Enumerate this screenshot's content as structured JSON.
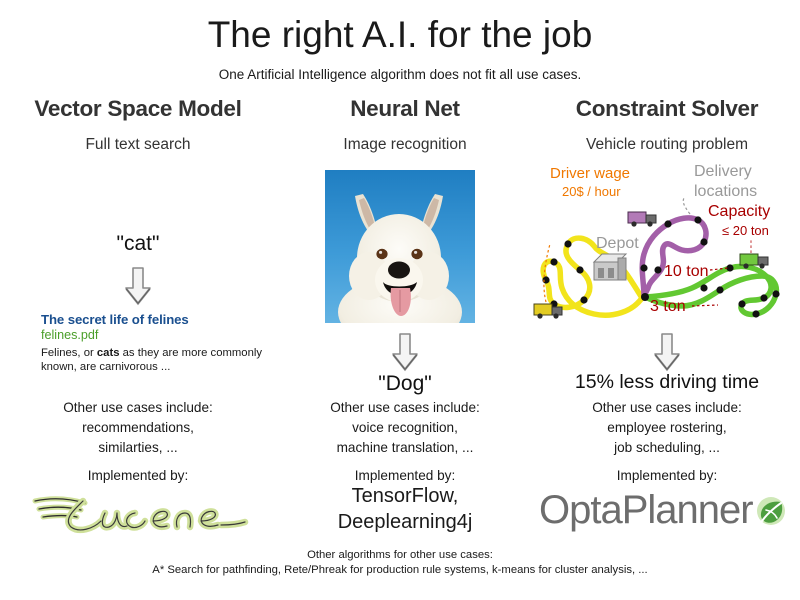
{
  "header": {
    "title": "The right A.I. for the job",
    "subtitle": "One Artificial Intelligence algorithm does not fit all use cases."
  },
  "columns": [
    {
      "id": "vector-space-model",
      "title": "Vector Space Model",
      "subtitle": "Full text search",
      "query": "\"cat\"",
      "result": {
        "title": "The secret life of felines",
        "url": "felines.pdf",
        "snippet_before": "Felines, or ",
        "snippet_bold": "cats",
        "snippet_after": " as they are more commonly known, are carnivorous ..."
      },
      "uses_label": "Other use cases include:",
      "uses_items": "recommendations,\nsimilarties, ...",
      "uses_line_1": "recommendations,",
      "uses_line_2": "similarties, ...",
      "implemented_label": "Implemented by:",
      "implemented_by": "Lucene"
    },
    {
      "id": "neural-net",
      "title": "Neural Net",
      "subtitle": "Image recognition",
      "image_alt": "white dog photo on blue sky",
      "output": "\"Dog\"",
      "uses_label": "Other use cases include:",
      "uses_line_1": "voice recognition,",
      "uses_line_2": "machine translation, ...",
      "implemented_label": "Implemented by:",
      "implemented_line_1": "TensorFlow,",
      "implemented_line_2": "Deeplearning4j"
    },
    {
      "id": "constraint-solver",
      "title": "Constraint Solver",
      "subtitle": "Vehicle routing problem",
      "output": "15% less driving time",
      "uses_label": "Other use cases include:",
      "uses_line_1": "employee rostering,",
      "uses_line_2": "job scheduling, ...",
      "implemented_label": "Implemented by:",
      "implemented_by": "OptaPlanner"
    }
  ],
  "vrp_diagram": {
    "driver_wage_label": "Driver wage",
    "driver_wage_value": "20$ / hour",
    "depot_label": "Depot",
    "delivery_label_line_1": "Delivery",
    "delivery_label_line_2": "locations",
    "capacity_label": "Capacity",
    "capacity_value": "≤ 20 ton",
    "load_label_1": "10 ton",
    "load_label_2": "3 ton",
    "colors": {
      "route_yellow": "#f2e41c",
      "route_purple": "#a35fa8",
      "route_green": "#62c832",
      "wage_orange": "#f07800",
      "capacity_red": "#a80000",
      "label_gray": "#999999",
      "depot_gray": "#d6d6d6"
    }
  },
  "footer": {
    "line_1": "Other algorithms for other use cases:",
    "line_2": "A* Search for pathfinding, Rete/Phreak for production rule systems, k-means for cluster analysis, ..."
  },
  "theme": {
    "background": "#ffffff",
    "heading_color": "#333333",
    "link_blue": "#1a4f8f",
    "url_green": "#4a9e29",
    "lucene_green": "#cfe09a",
    "opta_gray": "#6d6d6d",
    "opta_leaf_green": "#4d9e3f"
  }
}
